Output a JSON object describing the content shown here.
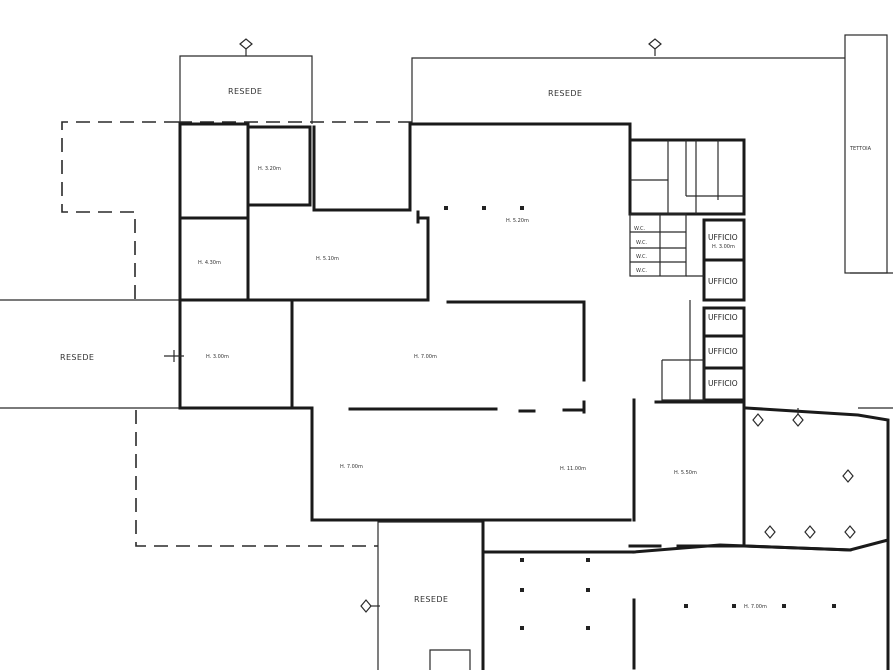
{
  "labels": {
    "resede_top_left": "RESEDE",
    "resede_top_center": "RESEDE",
    "resede_left": "RESEDE",
    "resede_bottom": "RESEDE",
    "tettoia": "TETTOIA",
    "h_320": "H. 3.20m",
    "h_520_top": "H. 5.20m",
    "h_430": "H. 4.30m",
    "h_510": "H. 5.10m",
    "h_300": "H. 3.00m",
    "h_700_center": "H. 7.00m",
    "h_700_lower_left": "H. 7.00m",
    "h_1100": "H. 11.00m",
    "h_550": "H. 5.50m",
    "h_700_bottom": "H. 7.00m",
    "wc_1": "W.C.",
    "wc_2": "W.C.",
    "wc_3": "W.C.",
    "wc_4": "W.C.",
    "ufficio_1": "UFFICIO",
    "ufficio_2": "UFFICIO",
    "ufficio_3": "UFFICIO",
    "ufficio_4": "UFFICIO",
    "ufficio_5": "UFFICIO",
    "ufficio_h": "H. 3.00m"
  }
}
